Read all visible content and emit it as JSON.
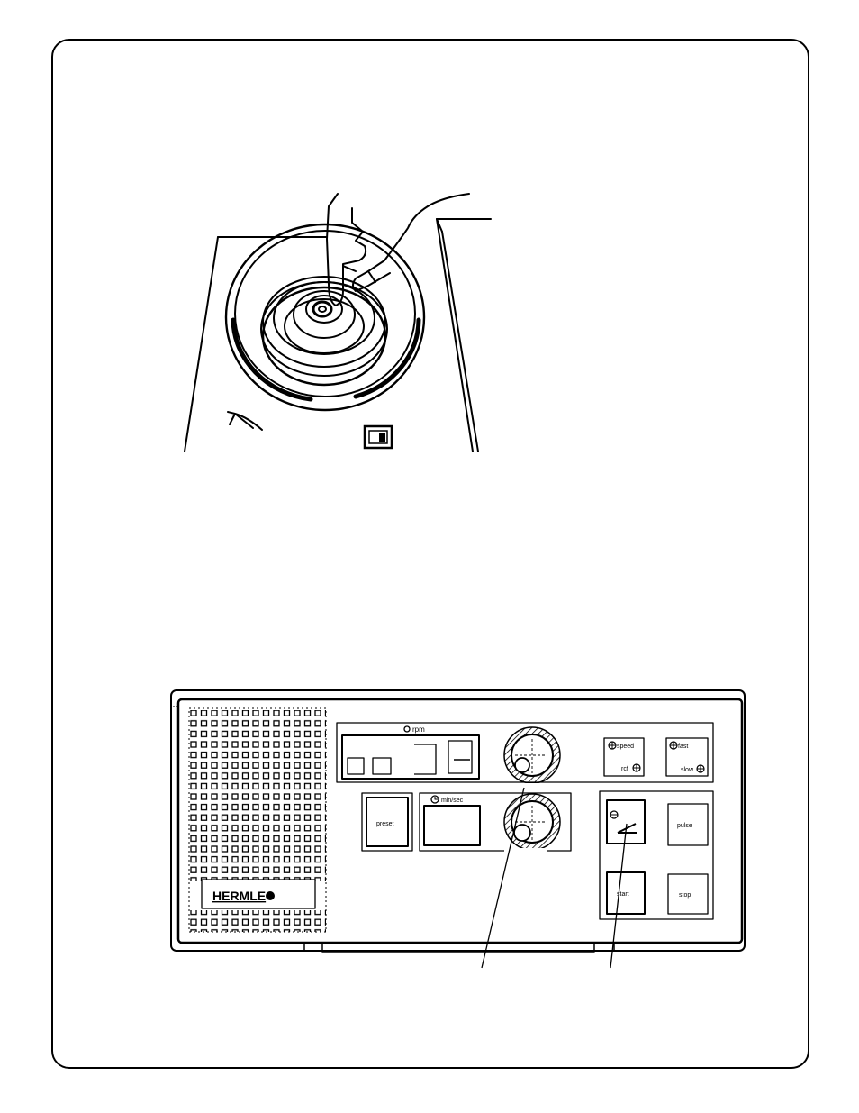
{
  "figure_rotor": {
    "lid_switch_icon": "lid-switch-icon",
    "arrow_icon": "rotation-arrow-icon"
  },
  "control_panel": {
    "brand": "HERMLE",
    "rpm_label": "rpm",
    "time_label": "min/sec",
    "preset_label": "preset",
    "speed_label": "speed",
    "rcf_label": "rcf",
    "fast_label": "fast",
    "slow_label": "slow",
    "pulse_label": "pulse",
    "start_label": "start",
    "stop_label": "stop"
  }
}
